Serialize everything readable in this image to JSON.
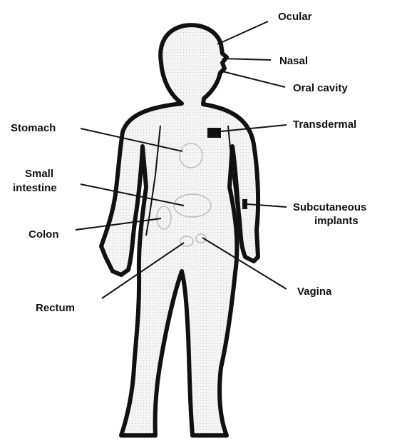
{
  "labels": {
    "ocular": "Ocular",
    "nasal": "Nasal",
    "oral_cavity": "Oral cavity",
    "transdermal": "Transdermal",
    "subcutaneous_line1": "Subcutaneous",
    "subcutaneous_line2": "implants",
    "stomach": "Stomach",
    "small_intestine_line1": "Small",
    "small_intestine_line2": "intestine",
    "colon": "Colon",
    "rectum": "Rectum",
    "vagina": "Vagina"
  },
  "colors": {
    "outline": "#111111",
    "body_fill": "#f3f3f3",
    "organ_outline": "#bdbdbd"
  }
}
